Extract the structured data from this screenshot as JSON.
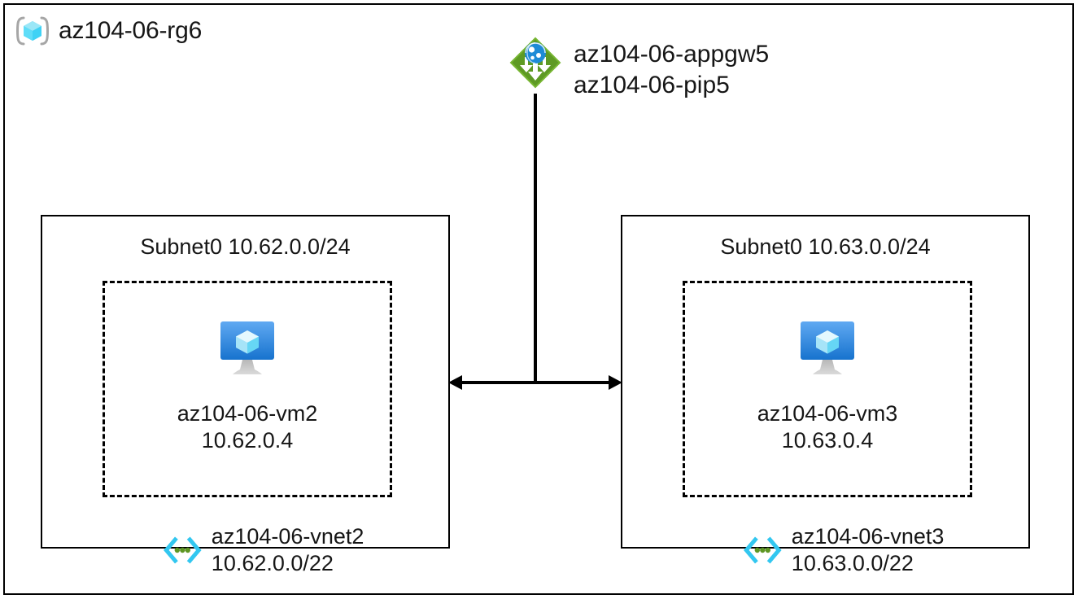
{
  "diagram": {
    "type": "azure-architecture",
    "resource_group": {
      "name": "az104-06-rg6",
      "icon": "resource-group-icon"
    },
    "gateway": {
      "icon": "application-gateway-icon",
      "line1": "az104-06-appgw5",
      "line2": "az104-06-pip5",
      "color": "#59A12C",
      "globe_color": "#0078D4"
    },
    "vnets": [
      {
        "id": "vnet2",
        "icon": "virtual-network-icon",
        "name": "az104-06-vnet2",
        "cidr": "10.62.0.0/22",
        "subnet": {
          "label": "Subnet0 10.62.0.0/24"
        },
        "vm": {
          "icon": "virtual-machine-icon",
          "name": "az104-06-vm2",
          "ip": "10.62.0.4"
        }
      },
      {
        "id": "vnet3",
        "icon": "virtual-network-icon",
        "name": "az104-06-vnet3",
        "cidr": "10.63.0.0/22",
        "subnet": {
          "label": "Subnet0 10.63.0.0/24"
        },
        "vm": {
          "icon": "virtual-machine-icon",
          "name": "az104-06-vm3",
          "ip": "10.63.0.4"
        }
      }
    ],
    "connections": [
      {
        "id": "peering",
        "from": "vnet2",
        "to": "vnet3",
        "style": "double-arrow",
        "color": "#000000"
      },
      {
        "id": "gateway-link",
        "from": "gateway",
        "to": "peering",
        "style": "line",
        "color": "#000000"
      }
    ],
    "colors": {
      "border": "#000000",
      "text": "#161616",
      "vnet_icon_cyan": "#32C7F0",
      "vnet_icon_green": "#5E9624",
      "vm_blue_top": "#55A2F0",
      "vm_blue_bottom": "#1B79D6",
      "cube_light": "#C3F1FC",
      "bracket_grey": "#A3A3A3"
    }
  }
}
